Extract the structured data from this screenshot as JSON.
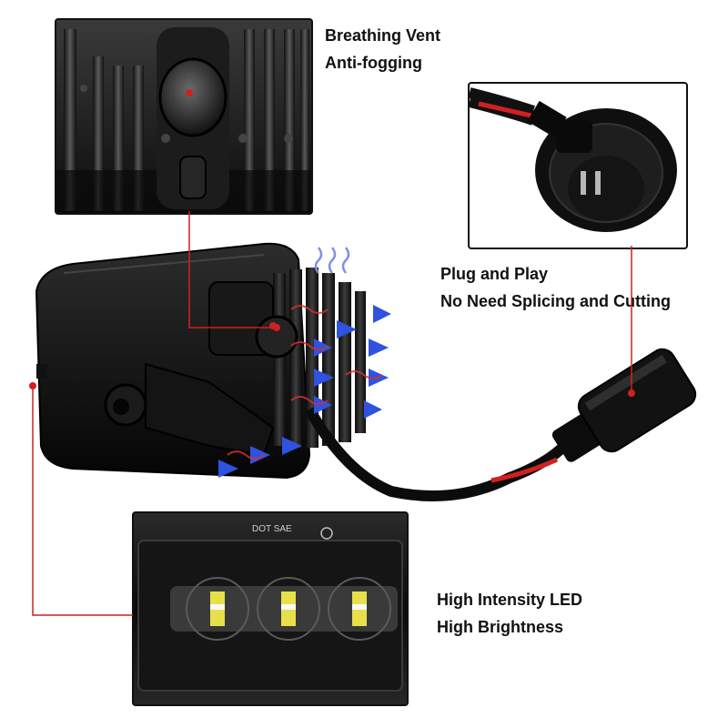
{
  "features": {
    "vent": {
      "line1": "Breathing Vent",
      "line2": "Anti-fogging"
    },
    "plug": {
      "line1": "Plug and Play",
      "line2": "No Need Splicing and Cutting"
    },
    "led": {
      "line1": "High Intensity LED",
      "line2": "High Brightness"
    }
  },
  "lens_marking": "DOT SAE",
  "colors": {
    "leader_line": "#d22020",
    "airflow_blue": "#2f52e0",
    "airflow_red": "#d43030",
    "housing": "#0c0c0c",
    "led_chip": "#e8e04a"
  }
}
